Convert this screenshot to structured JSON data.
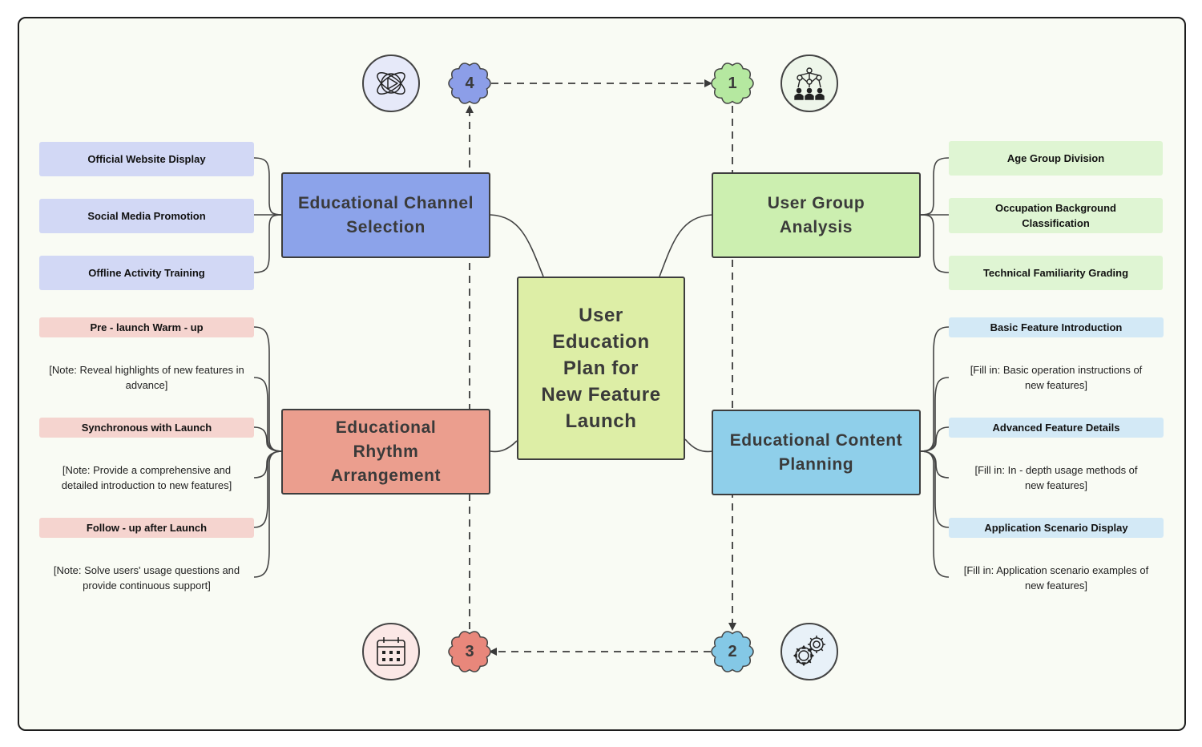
{
  "center": {
    "title": "User Education Plan for New Feature Launch",
    "color": "#ddeea6"
  },
  "branches": {
    "channel": {
      "title": "Educational Channel Selection",
      "color": "#8ca3ea",
      "leaf_color": "#d2d8f5",
      "items": [
        "Official Website Display",
        "Social Media Promotion",
        "Offline Activity Training"
      ]
    },
    "users": {
      "title": "User Group Analysis",
      "color": "#ccefb0",
      "leaf_color": "#dff5d3",
      "items": [
        "Age Group Division",
        "Occupation Background Classification",
        "Technical Familiarity Grading"
      ]
    },
    "rhythm": {
      "title": "Educational Rhythm Arrangement",
      "color": "#eb9e8e",
      "leaf_color": "#f5d4cf",
      "items": [
        "Pre - launch Warm - up",
        "Synchronous with Launch",
        "Follow - up after Launch"
      ],
      "notes": [
        "[Note: Reveal highlights of new features in advance]",
        "[Note: Provide a comprehensive and detailed introduction to new features]",
        "[Note: Solve users' usage questions and provide continuous support]"
      ]
    },
    "content": {
      "title": "Educational Content Planning",
      "color": "#8fcfea",
      "leaf_color": "#d3e9f6",
      "items": [
        "Basic Feature Introduction",
        "Advanced Feature Details",
        "Application Scenario Display"
      ],
      "notes": [
        "[Fill in: Basic operation instructions of new features]",
        "[Fill in: In - depth usage methods of new features]",
        "[Fill in: Application scenario examples of new features]"
      ]
    }
  },
  "badges": [
    {
      "num": "1",
      "color": "#b5e8a0",
      "icon": "network-people-icon"
    },
    {
      "num": "2",
      "color": "#84c8e6",
      "icon": "gears-icon"
    },
    {
      "num": "3",
      "color": "#e8877b",
      "icon": "calendar-icon"
    },
    {
      "num": "4",
      "color": "#8c9ee8",
      "icon": "video-play-icon"
    }
  ]
}
